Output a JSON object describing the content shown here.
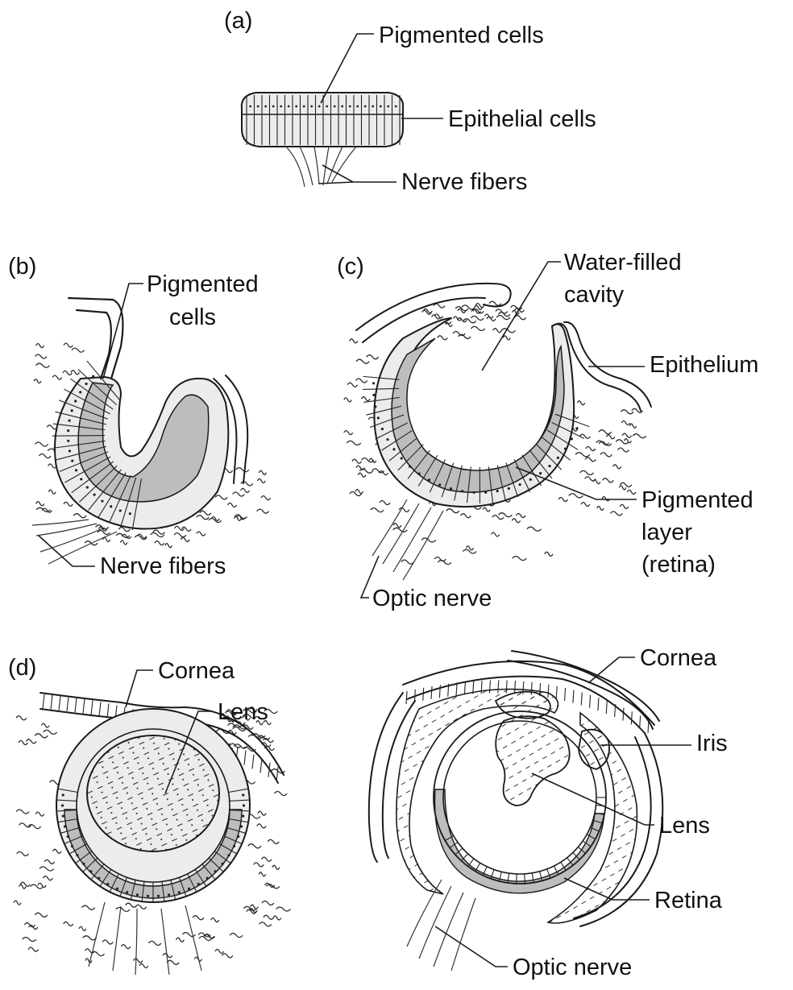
{
  "panels": {
    "a": {
      "tag": "(a)",
      "labels": {
        "pigmented_cells": "Pigmented cells",
        "epithelial_cells": "Epithelial cells",
        "nerve_fibers": "Nerve fibers"
      }
    },
    "b": {
      "tag": "(b)",
      "labels": {
        "pigmented_line1": "Pigmented",
        "pigmented_line2": "cells",
        "nerve_fibers": "Nerve fibers"
      }
    },
    "c": {
      "tag": "(c)",
      "labels": {
        "cavity_line1": "Water-filled",
        "cavity_line2": "cavity",
        "epithelium": "Epithelium",
        "pigmented_line1": "Pigmented",
        "pigmented_line2": "layer",
        "pigmented_line3": "(retina)",
        "optic_nerve": "Optic nerve"
      }
    },
    "d": {
      "tag": "(d)",
      "labels": {
        "cornea": "Cornea",
        "lens": "Lens"
      }
    },
    "e": {
      "labels": {
        "cornea": "Cornea",
        "iris": "Iris",
        "lens": "Lens",
        "retina": "Retina",
        "optic_nerve": "Optic nerve"
      }
    }
  }
}
